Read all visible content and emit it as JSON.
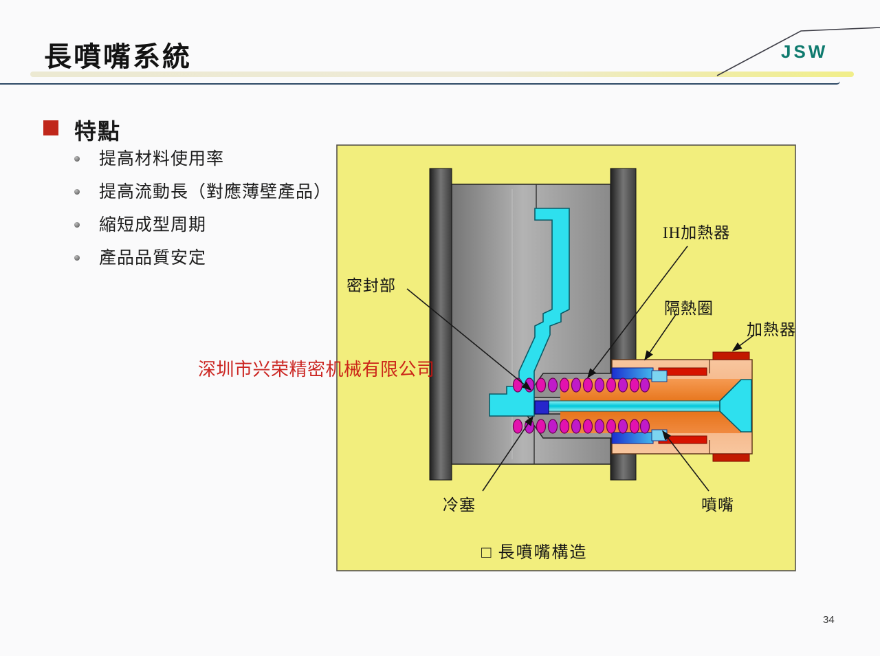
{
  "theme": {
    "accent-red": "#c0271b",
    "logo-teal": "#0e7a6e",
    "box-yellow": "#f2ee7d",
    "mold-cyan": "#2ee0ee",
    "plug-blue": "#2626cc",
    "nozzle-salmon": "#f5b98c",
    "nozzle-orange": "#e8751f",
    "heater-red": "#d61300",
    "heater-cap-red": "#c21900",
    "spring-magenta": "#e312ae",
    "spring-violet": "#c01bc9",
    "watermark-red": "#c81510",
    "text-dark": "#1a1a1a"
  },
  "slide": {
    "title": "長噴嘴系統",
    "logo_text": "JSW",
    "page_number": "34",
    "watermark": "深圳市兴荣精密机械有限公司"
  },
  "features": {
    "heading": "特點",
    "items": [
      "提高材料使用率",
      "提高流動長（對應薄壁產品）",
      "縮短成型周期",
      "產品品質安定"
    ]
  },
  "diagram": {
    "caption": "□ 長噴嘴構造",
    "labels": {
      "seal_part": "密封部",
      "ih_heater": "IH加熱器",
      "insulation_ring": "隔熱圈",
      "heater": "加熱器",
      "cold_slug": "冷塞",
      "nozzle": "噴嘴"
    }
  }
}
